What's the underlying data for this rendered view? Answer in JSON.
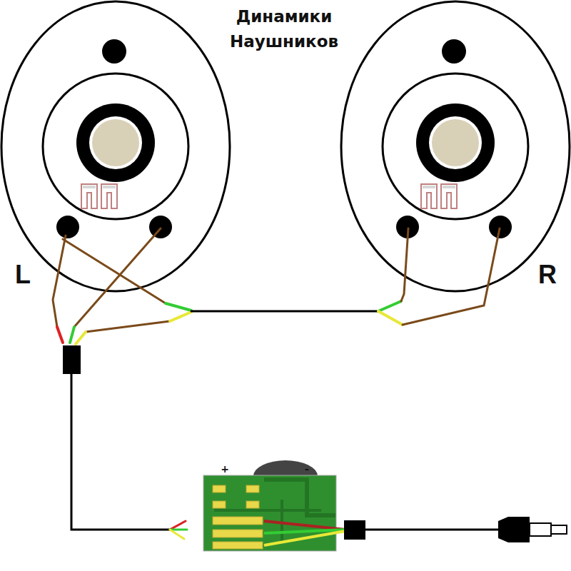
{
  "diagram": {
    "title": "Динамики Наушников",
    "labels": [
      "L",
      "R",
      "+",
      "-"
    ]
  }
}
